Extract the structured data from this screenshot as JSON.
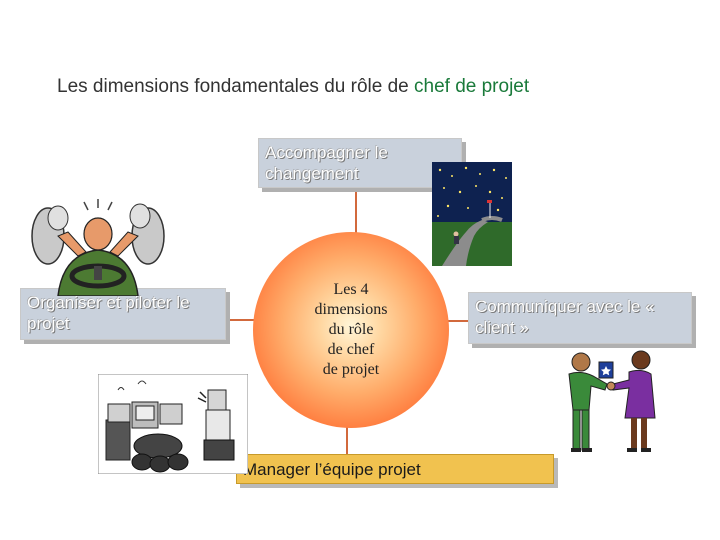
{
  "title": {
    "prefix": "Les dimensions fondamentales du rôle de ",
    "highlight": "chef de projet"
  },
  "center": {
    "lines": [
      "Les 4",
      "dimensions",
      "du rôle",
      "de chef",
      "de projet"
    ]
  },
  "dimensions": {
    "top": "Accompagner le changement",
    "left": "Organiser et piloter le projet",
    "right": "Communiquer avec le « client »",
    "bottom": "Manager l’équipe projet"
  },
  "colors": {
    "title_highlight": "#1a7a3a",
    "connector": "#d2693c",
    "box_light": "#c9d1dc",
    "box_orange": "#f1c24f"
  },
  "icons": [
    "stressed-driver-clipart-icon",
    "night-sky-path-clipart-icon",
    "handshake-people-clipart-icon",
    "robot-team-clipart-icon"
  ]
}
